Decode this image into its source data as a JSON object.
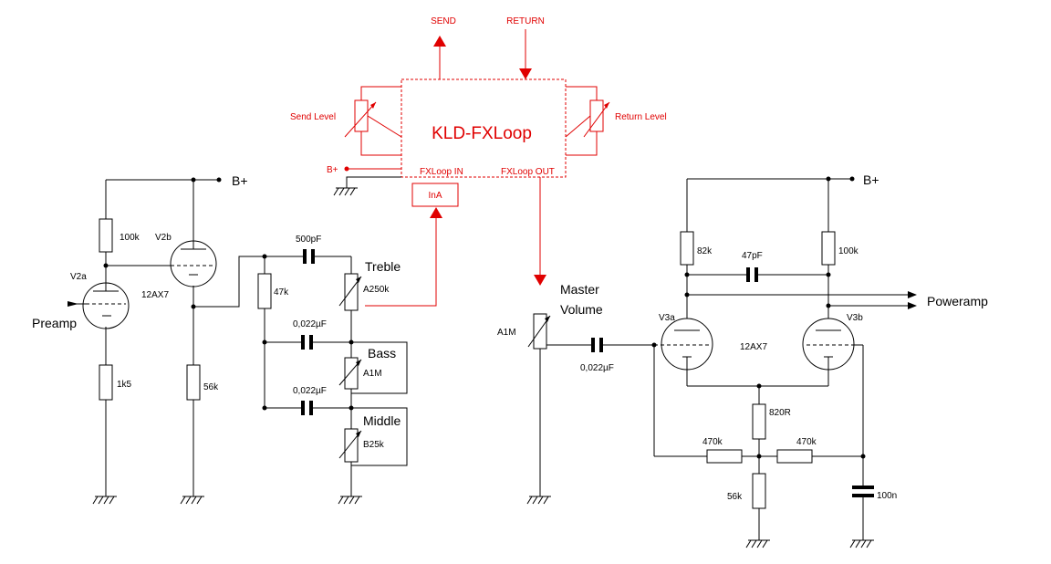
{
  "fxloop": {
    "title": "KLD-FXLoop",
    "send": "SEND",
    "return": "RETURN",
    "send_level": "Send Level",
    "return_level": "Return Level",
    "bplus": "B+",
    "fx_in": "FXLoop IN",
    "fx_out": "FXLoop OUT",
    "ina": "InA"
  },
  "preamp": {
    "preamp_label": "Preamp",
    "v2a": "V2a",
    "v2b": "V2b",
    "tube_type": "12AX7",
    "r_100k": "100k",
    "r_1k5": "1k5",
    "r_56k": "56k",
    "bplus": "B+"
  },
  "tonestack": {
    "c_500pf": "500pF",
    "r_47k": "47k",
    "treble": "Treble",
    "treble_pot": "A250k",
    "c_bass": "0,022µF",
    "bass": "Bass",
    "bass_pot": "A1M",
    "c_mid": "0,022µF",
    "middle": "Middle",
    "middle_pot": "B25k"
  },
  "master": {
    "label_1": "Master",
    "label_2": "Volume",
    "pot": "A1M",
    "cap": "0,022µF"
  },
  "pi": {
    "bplus": "B+",
    "r_82k": "82k",
    "c_47pf": "47pF",
    "r_100k": "100k",
    "poweramp": "Poweramp",
    "v3a": "V3a",
    "v3b": "V3b",
    "tube_type": "12AX7",
    "r_820r": "820R",
    "r_470k_l": "470k",
    "r_470k_r": "470k",
    "r_56k": "56k",
    "c_100n": "100n"
  }
}
